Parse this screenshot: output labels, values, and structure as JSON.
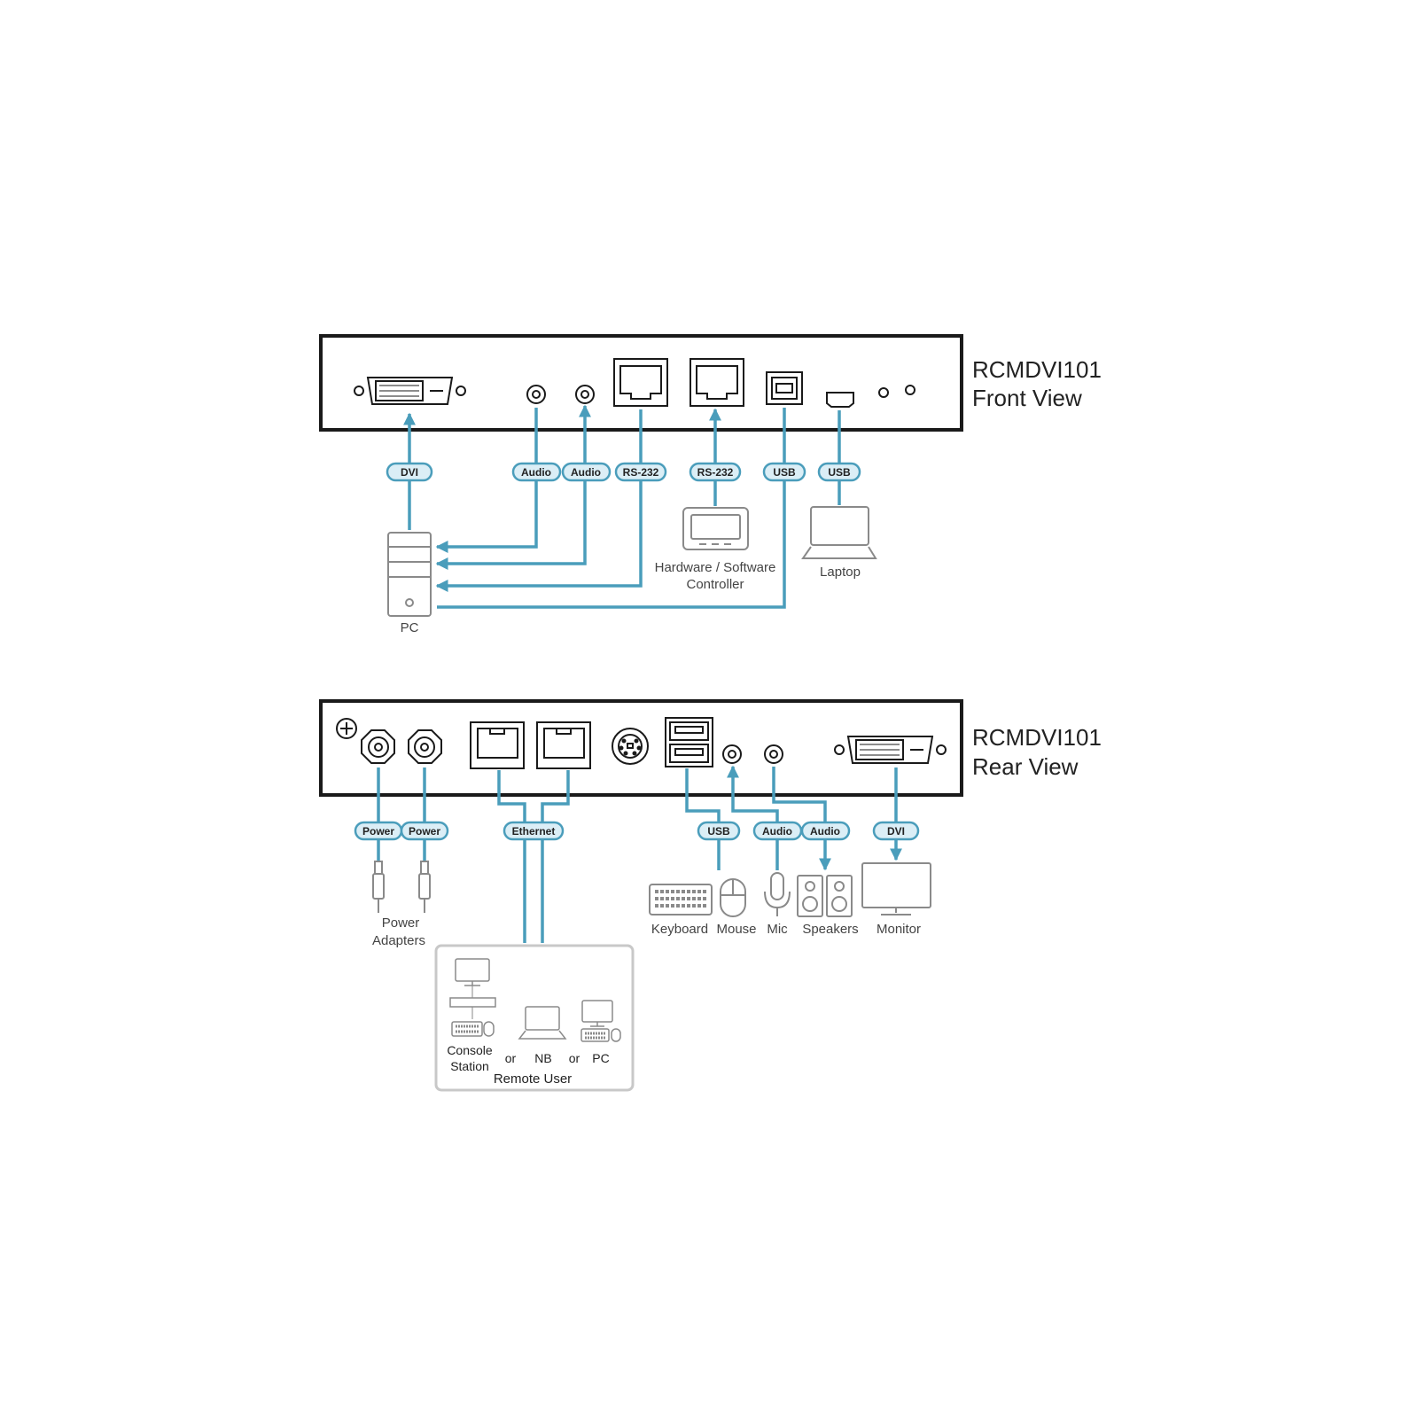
{
  "colors": {
    "cable": "#4a9dbb",
    "pill_fill": "#dbeef6",
    "device_border": "#1a1a1a",
    "icon_stroke": "#7a7a7a",
    "remote_box": "#c8c8c8"
  },
  "front": {
    "title_line1": "RCMDVI101",
    "title_line2": "Front View",
    "pills": {
      "dvi": "DVI",
      "audio1": "Audio",
      "audio2": "Audio",
      "rs232_1": "RS-232",
      "rs232_2": "RS-232",
      "usb1": "USB",
      "usb2": "USB"
    },
    "devices": {
      "pc": "PC",
      "controller_line1": "Hardware / Software",
      "controller_line2": "Controller",
      "laptop": "Laptop"
    }
  },
  "rear": {
    "title_line1": "RCMDVI101",
    "title_line2": "Rear View",
    "pills": {
      "power1": "Power",
      "power2": "Power",
      "ethernet": "Ethernet",
      "usb": "USB",
      "audio1": "Audio",
      "audio2": "Audio",
      "dvi": "DVI"
    },
    "devices": {
      "power_line1": "Power",
      "power_line2": "Adapters",
      "keyboard": "Keyboard",
      "mouse": "Mouse",
      "mic": "Mic",
      "speakers": "Speakers",
      "monitor": "Monitor"
    },
    "remote": {
      "console_line1": "Console",
      "console_line2": "Station",
      "or1": "or",
      "nb": "NB",
      "or2": "or",
      "pc": "PC",
      "title": "Remote User"
    }
  }
}
